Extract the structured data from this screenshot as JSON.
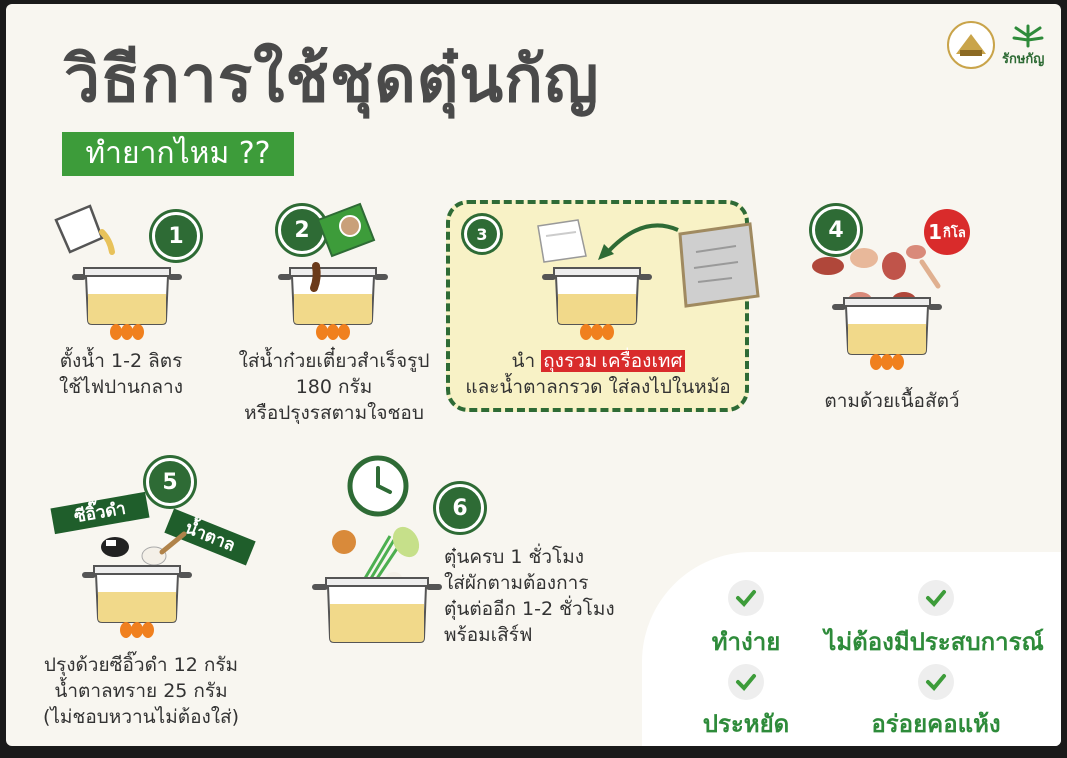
{
  "title": "วิธีการใช้ชุดตุ๋นกัญ",
  "subtitle": "ทำยากไหม ??",
  "brand": {
    "logo_text": "รักษกัญ"
  },
  "steps": [
    {
      "num": "1",
      "caption_lines": [
        "ตั้งน้ำ 1-2 ลิตร",
        "ใช้ไฟปานกลาง"
      ]
    },
    {
      "num": "2",
      "caption_lines": [
        "ใส่น้ำก๋วยเตี๋ยวสำเร็จรูป",
        "180 กรัม",
        "หรือปรุงรสตามใจชอบ"
      ]
    },
    {
      "num": "3",
      "caption_pre": "นำ ",
      "caption_highlight_1": "ถุงรวม",
      "caption_highlight_2": "เครื่องเทศ",
      "caption_line2": "และน้ำตาลกรวด ใส่ลงไปในหม้อ"
    },
    {
      "num": "4",
      "badge_num": "1",
      "badge_unit": "กิโล",
      "caption_lines": [
        "ตามด้วยเนื้อสัตว์"
      ]
    },
    {
      "num": "5",
      "ribbon_left": "ซีอิ๊วดำ",
      "ribbon_right": "น้ำตาล",
      "caption_lines": [
        "ปรุงด้วยซีอิ๊วดำ 12 กรัม",
        "น้ำตาลทราย 25 กรัม",
        "(ไม่ชอบหวานไม่ต้องใส่)"
      ]
    },
    {
      "num": "6",
      "caption_lines": [
        "ตุ๋นครบ 1 ชั่วโมง",
        "ใส่ผักตามต้องการ",
        "ตุ๋นต่ออีก 1-2 ชั่วโมง",
        "พร้อมเสิร์ฟ"
      ]
    }
  ],
  "benefits": [
    "ทำง่าย",
    "ไม่ต้องมีประสบการณ์",
    "ประหยัด",
    "อร่อยคอแห้ง"
  ],
  "colors": {
    "green_dark": "#2e6b35",
    "green": "#3d9c3a",
    "red": "#d92b2b",
    "broth": "#f1d98a",
    "flame": "#f0801e"
  }
}
